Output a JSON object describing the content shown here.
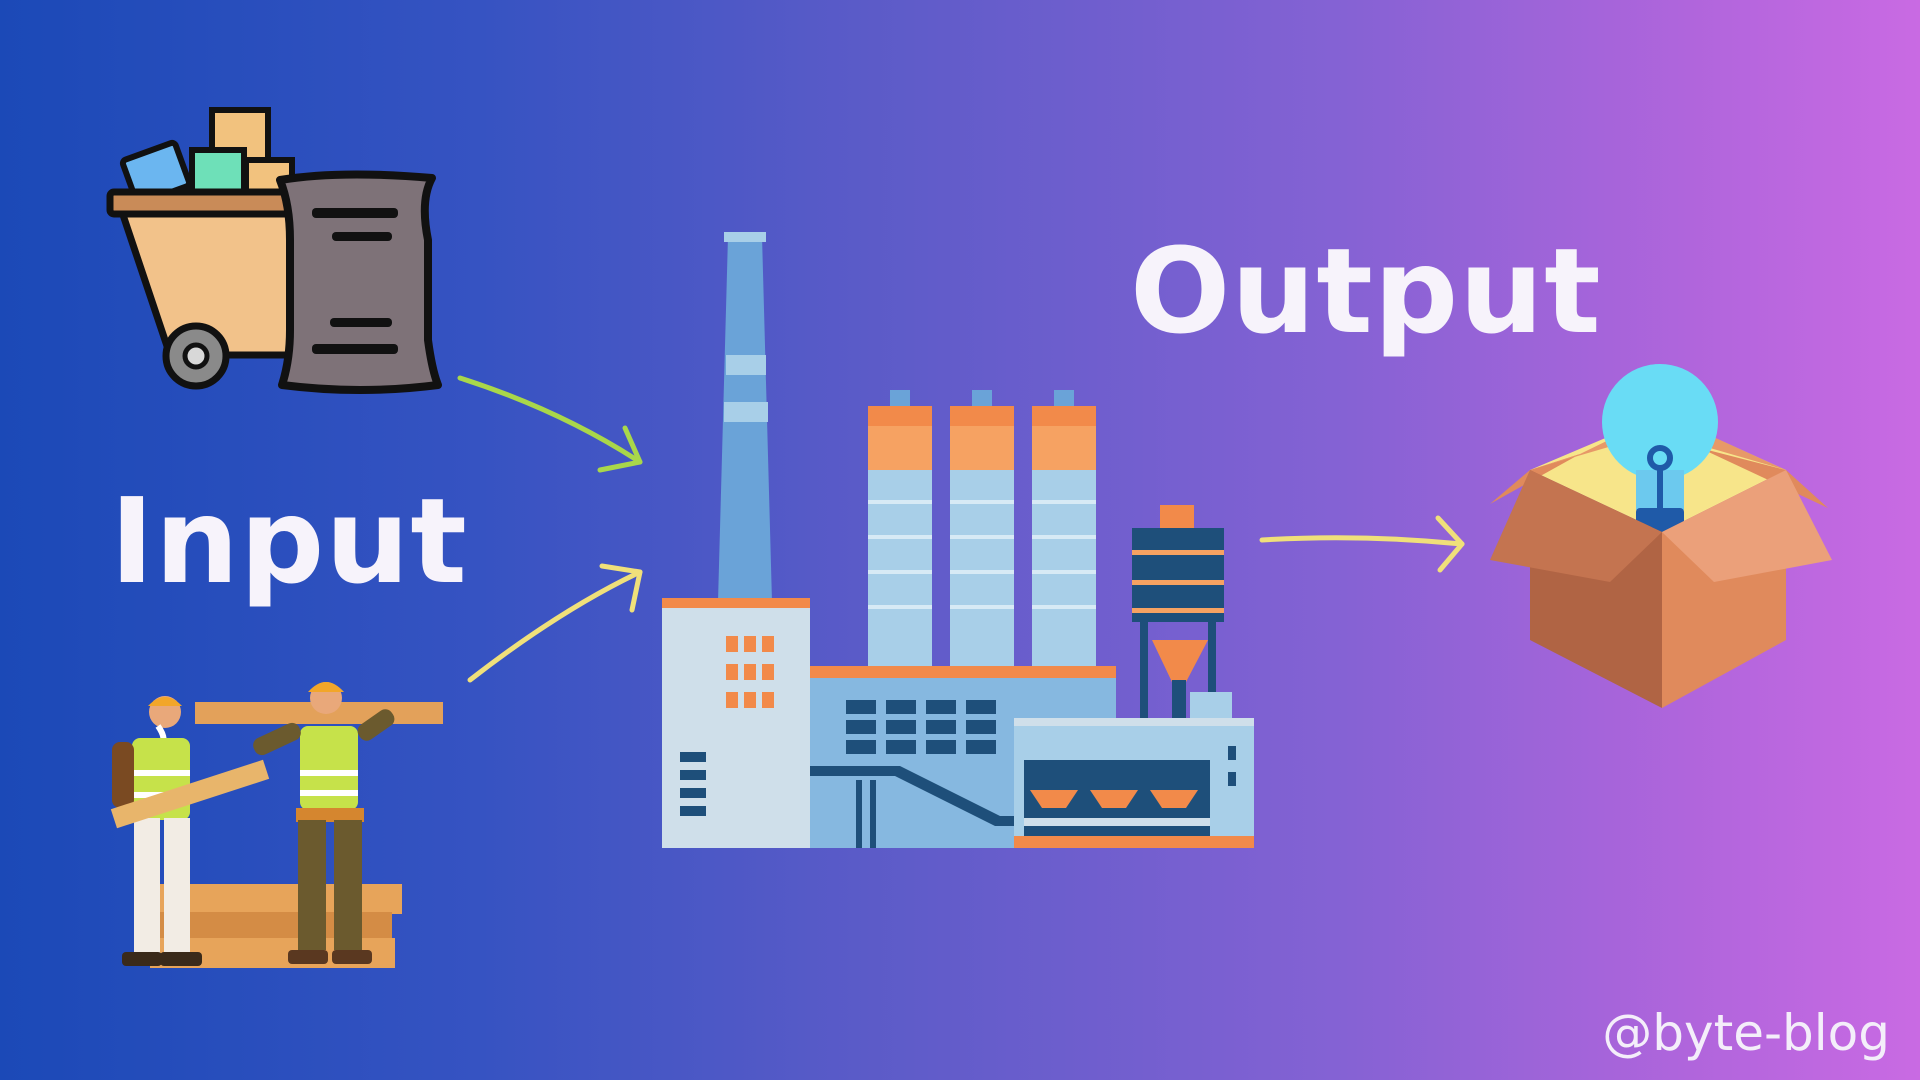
{
  "labels": {
    "input": "Input",
    "output": "Output"
  },
  "watermark": "@byte-blog",
  "icons": {
    "raw_materials": "mining-cart-and-sack-icon",
    "workers": "construction-workers-carrying-planks-icon",
    "factory": "factory-icon",
    "result": "lightbulb-in-box-icon"
  },
  "colors": {
    "background_start": "#1b49b7",
    "background_end": "#c96ae3",
    "arrow_green": "#a9d74a",
    "arrow_yellow": "#f0e07a",
    "label_text": "#f7f3fb"
  }
}
